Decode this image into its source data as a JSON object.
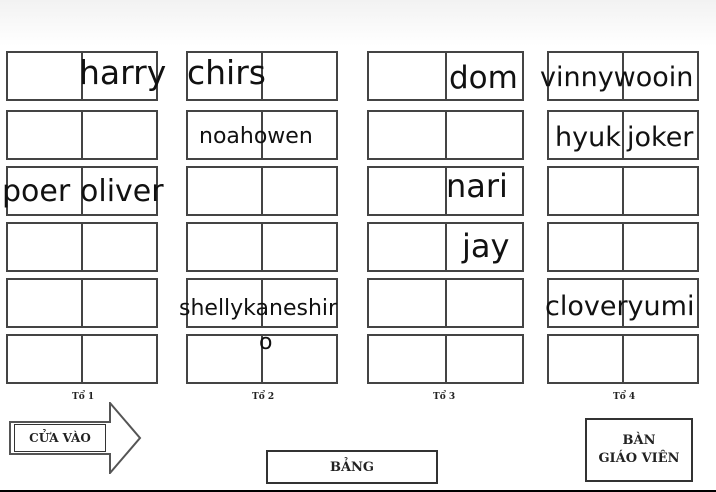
{
  "groups": [
    "Tổ 1",
    "Tổ 2",
    "Tổ 3",
    "Tổ 4"
  ],
  "names": {
    "harry": "harry",
    "chirs": "chirs",
    "dom": "dom",
    "vinnywooin": "vinnywooin",
    "noahowen": "noahowen",
    "hyuk": "hyuk",
    "joker": "joker",
    "poer": "poer",
    "oliver": "oliver",
    "nari": "nari",
    "jay": "jay",
    "shellykaneshiro_line1": "shellykaneshir",
    "shellykaneshiro_line2": "o",
    "cloveryumi": "cloveryumi"
  },
  "labels": {
    "door": "CỬA VÀO",
    "board": "BẢNG",
    "teacher_line1": "BÀN",
    "teacher_line2": "GIÁO VIÊN"
  }
}
